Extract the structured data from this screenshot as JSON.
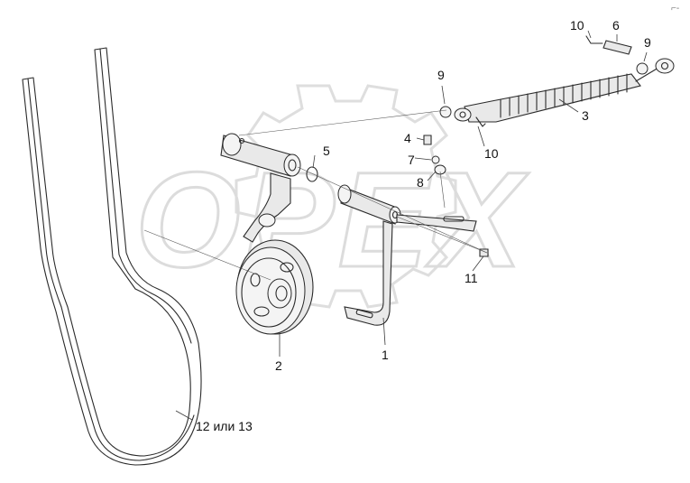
{
  "watermark": {
    "text": "OPEX"
  },
  "corner_mark": "⌐-",
  "callouts": {
    "c1": "1",
    "c2": "2",
    "c3": "3",
    "c4": "4",
    "c5": "5",
    "c6": "6",
    "c7": "7",
    "c8": "8",
    "c9a": "9",
    "c9b": "9",
    "c10a": "10",
    "c10b": "10",
    "c11": "11",
    "c12": "12 или 13"
  },
  "colors": {
    "line": "#2a2a2a",
    "watermark": "#dcdcdc",
    "background": "#ffffff"
  }
}
